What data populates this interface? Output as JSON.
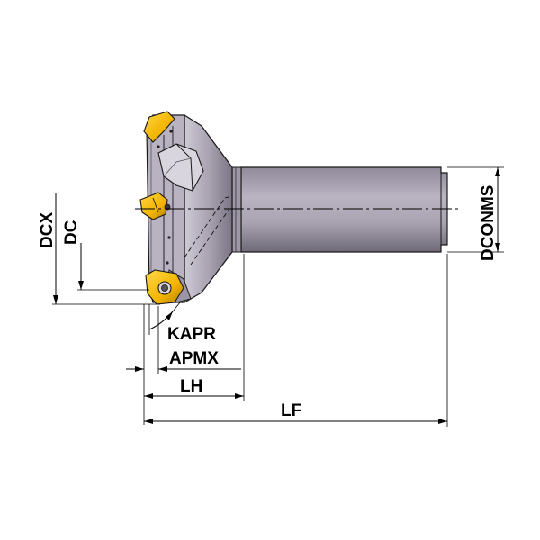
{
  "labels": {
    "dcx": "DCX",
    "dc": "DC",
    "kapr": "KAPR",
    "apmx": "APMX",
    "lh": "LH",
    "lf": "LF",
    "dconms": "DCONMS"
  },
  "colors": {
    "tool_body": "#a9a3b2",
    "tool_dark": "#6f6a78",
    "tool_light": "#d9d5de",
    "insert": "#f2b400",
    "insert_dark": "#b07d00",
    "outline": "#1a1a1a",
    "dimension": "#000000"
  }
}
